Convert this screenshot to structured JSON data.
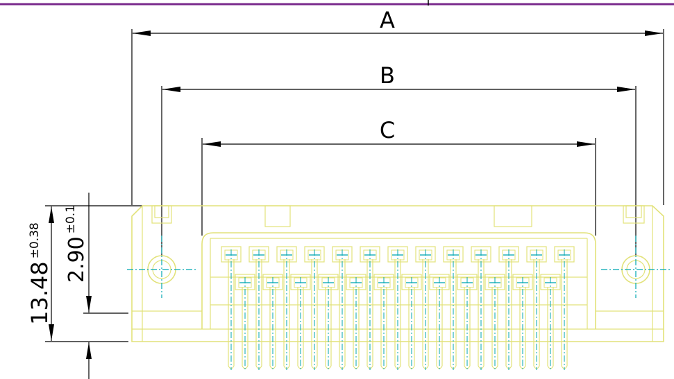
{
  "dimensions": {
    "a_label": "A",
    "b_label": "B",
    "c_label": "C",
    "height_total": "13.48",
    "height_total_tol": "±0.38",
    "height_offset": "2.90",
    "height_offset_tol": "±0.1"
  },
  "colors": {
    "header_rule": "#7a2a8c",
    "outline": "#e2e27a",
    "centerline": "#00a6b0",
    "dimension": "#000000"
  },
  "connector": {
    "top_row_pins": 13,
    "bottom_row_pins": 12
  }
}
